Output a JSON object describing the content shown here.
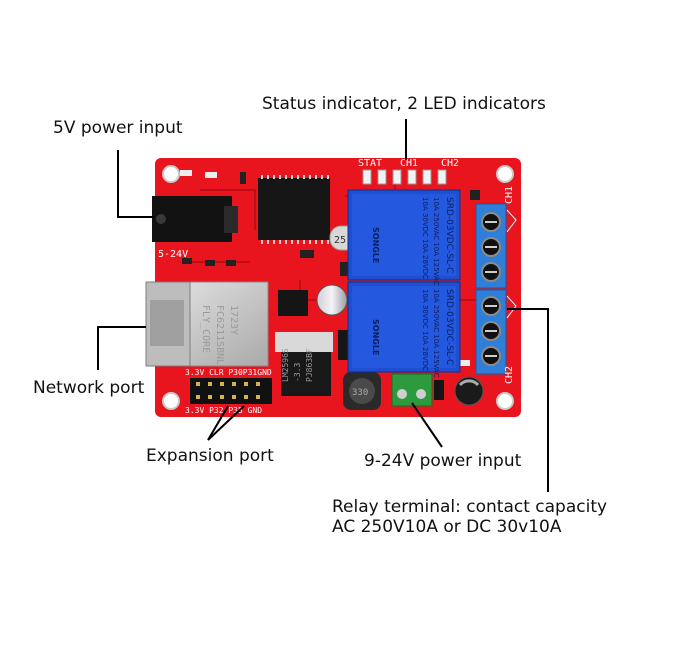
{
  "callouts": {
    "status_indicator": "Status indicator, 2 LED indicators",
    "power_5v": "5V power input",
    "network_port": "Network port",
    "expansion_port": "Expansion port",
    "power_9_24v": "9-24V power input",
    "relay_terminal_line1": "Relay terminal: contact capacity",
    "relay_terminal_line2": "AC 250V10A or DC 30v10A"
  },
  "board": {
    "led_labels": {
      "stat": "STAT",
      "ch1": "CH1",
      "ch2": "CH2"
    },
    "terminal_labels": {
      "ch1": "CH1",
      "ch2": "CH2"
    },
    "jack_label": "5-24V",
    "header_top_labels": "3.3V CLR P30P31GND",
    "header_bottom_labels": "3.3V P32  P35 GND",
    "module_text": {
      "line1": "FLY_CORE",
      "line2": "FC6211SBNL",
      "line3": "1723Y"
    },
    "crystal_label": "25.000",
    "regulator_text": {
      "line1": "LM2596S",
      "line2": "-3.3",
      "line3": "PJ863BF"
    },
    "inductor_label": "330",
    "relays": [
      {
        "model": "SRD-03VDC-SL-C",
        "rating1": "10A 250VAC  10A 125VAC",
        "rating2": "10A 30VDC  10A 28VDC",
        "brand": "SONGLE"
      },
      {
        "model": "SRD-03VDC-SL-C",
        "rating1": "10A 250VAC  10A 125VAC",
        "rating2": "10A 30VDC  10A 28VDC",
        "brand": "SONGLE"
      }
    ]
  },
  "colors": {
    "pcb": "#e8141e",
    "relay": "#1d4fd0",
    "terminal": "#2f7fd9",
    "screw_terminal_green": "#2e9a3e",
    "leader_line": "#000000"
  }
}
